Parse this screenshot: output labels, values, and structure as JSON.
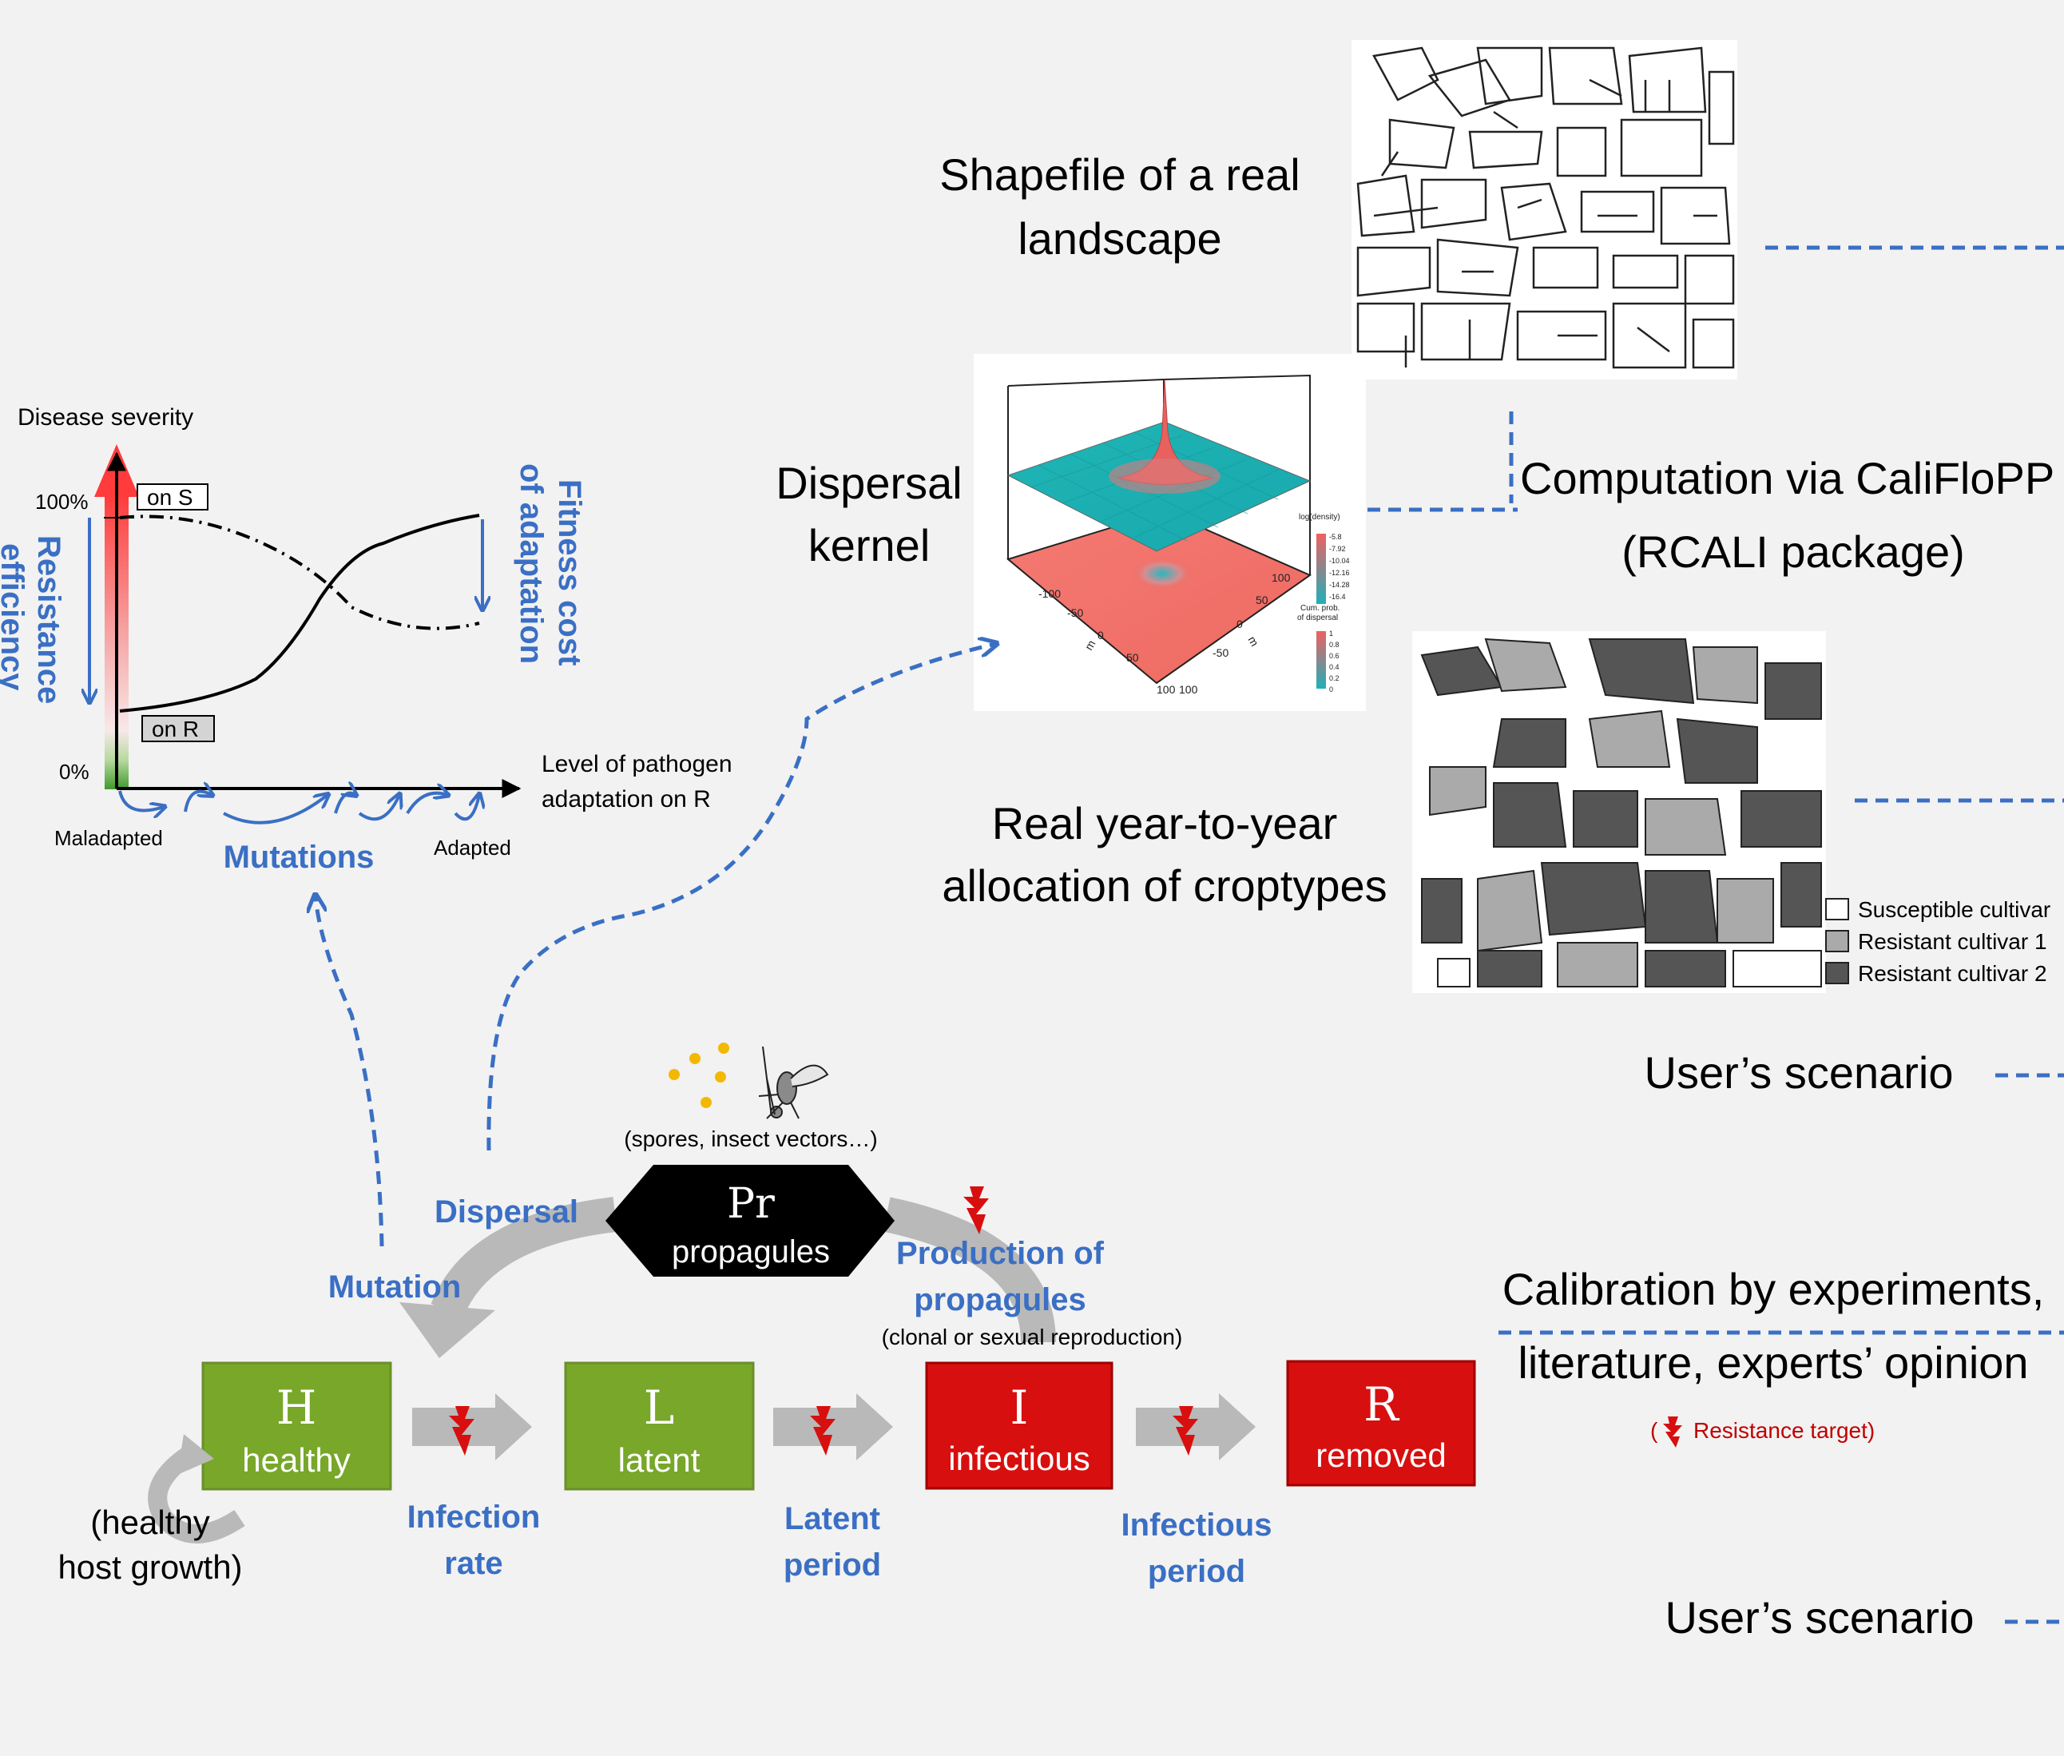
{
  "colors": {
    "background": "#f2f2f2",
    "blue": "#3a6fc4",
    "green": "#78a72a",
    "red": "#d80f0f",
    "dark_red": "#c00000",
    "gray_arrow": "#b9b9b9",
    "black": "#000000",
    "yellow_spore": "#f3b800"
  },
  "top_right": {
    "shapefile_label": [
      "Shapefile of a real",
      "landscape"
    ],
    "kernel_label": [
      "Dispersal",
      "kernel"
    ],
    "computation_label": [
      "Computation via CaliFloPP",
      "(RCALI package)"
    ],
    "allocation_label": [
      "Real year-to-year",
      "allocation of croptypes"
    ],
    "legend": [
      "Susceptible cultivar",
      "Resistant cultivar 1",
      "Resistant cultivar 2"
    ],
    "scenario_1": "User’s scenario",
    "calibration_label": [
      "Calibration by experiments,",
      "literature, experts’ opinion"
    ],
    "resistance_target": ")  Resistance target)",
    "resistance_target_open": "(",
    "resistance_target_text": "Resistance target)",
    "scenario_2": "User’s scenario"
  },
  "kernel_plot": {
    "upper_legend_title": "log(density)",
    "upper_legend_ticks": [
      "-5.8",
      "-7.92",
      "-10.04",
      "-12.16",
      "-14.28",
      "-16.4"
    ],
    "lower_legend_title": [
      "Cum. prob.",
      "of dispersal"
    ],
    "lower_legend_ticks": [
      "1",
      "0.8",
      "0.6",
      "0.4",
      "0.2",
      "0"
    ],
    "axis_ticks_left": [
      "-100",
      "-50",
      "0",
      "50",
      "100"
    ],
    "axis_ticks_right": [
      "100",
      "50",
      "0",
      "-50",
      "100"
    ],
    "axis_unit": "m"
  },
  "adaptation_chart": {
    "y_title": "Disease severity",
    "y_tick_top": "100%",
    "y_tick_bottom": "0%",
    "on_s": "on S",
    "on_r": "on R",
    "resistance_efficiency": [
      "Resistance",
      "efficiency"
    ],
    "fitness_cost": [
      "Fitness cost",
      "of adaptation"
    ],
    "x_title": [
      "Level of pathogen",
      "adaptation on R"
    ],
    "x_left": "Maladapted",
    "x_right": "Adapted",
    "mutations": "Mutations"
  },
  "cycle": {
    "spores_caption": "(spores, insect vectors…)",
    "pr_letter": "Pr",
    "pr_label": "propagules",
    "dispersal": "Dispersal",
    "mutation": "Mutation",
    "production": [
      "Production of",
      "propagules"
    ],
    "production_note": "(clonal or sexual reproduction)",
    "states": [
      {
        "letter": "H",
        "label": "healthy"
      },
      {
        "letter": "L",
        "label": "latent"
      },
      {
        "letter": "I",
        "label": "infectious"
      },
      {
        "letter": "R",
        "label": "removed"
      }
    ],
    "growth_label": [
      "(healthy",
      "host growth)"
    ],
    "infection_rate": [
      "Infection",
      "rate"
    ],
    "latent_period": [
      "Latent",
      "period"
    ],
    "infectious_period": [
      "Infectious",
      "period"
    ]
  }
}
